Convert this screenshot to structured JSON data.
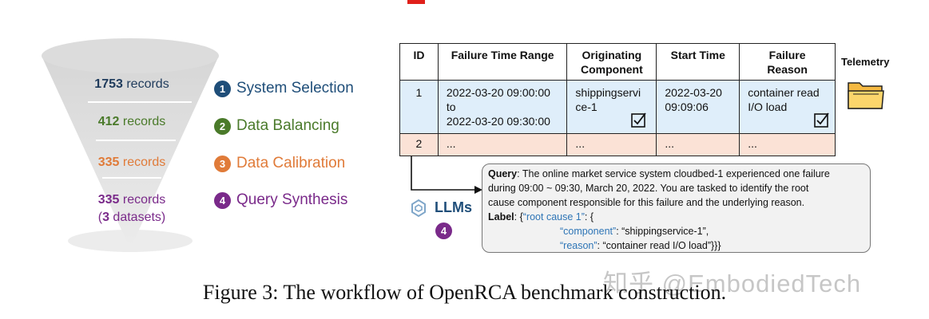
{
  "funnel": {
    "records": [
      {
        "count": "1753",
        "unit": " records",
        "color": "#1f3b5c"
      },
      {
        "count": "412",
        "unit": " records",
        "color": "#4a7a2a"
      },
      {
        "count": "335",
        "unit": " records",
        "color": "#e07b39"
      },
      {
        "count": "335",
        "unit": " records",
        "color": "#7a2a8a",
        "extra_open": "(",
        "extra_count": "3",
        "extra_unit": " datasets)"
      }
    ]
  },
  "steps": [
    {
      "num": "1",
      "label": "System Selection",
      "color": "#1f4e79"
    },
    {
      "num": "2",
      "label": "Data Balancing",
      "color": "#4a7a2a"
    },
    {
      "num": "3",
      "label": "Data Calibration",
      "color": "#e07b39"
    },
    {
      "num": "4",
      "label": "Query Synthesis",
      "color": "#7a2a8a"
    }
  ],
  "table": {
    "headers": [
      "ID",
      "Failure Time Range",
      "Originating Component",
      "Start Time",
      "Failure Reason"
    ],
    "header_lines": {
      "originating": [
        "Originating",
        "Component"
      ],
      "reason": [
        "Failure",
        "Reason"
      ]
    },
    "row1": {
      "id": "1",
      "range": [
        "2022-03-20 09:00:00",
        "to",
        "2022-03-20 09:30:00"
      ],
      "component": [
        "shippingservi",
        "ce-1"
      ],
      "start": [
        "2022-03-20",
        "09:09:06"
      ],
      "reason": [
        "container read",
        "I/O load"
      ]
    },
    "row2": {
      "id": "2",
      "cells": [
        "...",
        "...",
        "...",
        "..."
      ]
    }
  },
  "telemetry": {
    "label": "Telemetry"
  },
  "llms": {
    "label": "LLMs",
    "step_num": "4"
  },
  "query": {
    "query_label": "Query",
    "query_lines": [
      ": The online market service system cloudbed-1 experienced one failure",
      "during 09:00 ~ 09:30, March 20, 2022. You are tasked to identify the root",
      "cause component responsible for this failure and the underlying reason."
    ],
    "label_label": "Label",
    "label_line": ": {",
    "root_key": "“root cause 1”",
    "root_rest": ": {",
    "component_key": "“component”",
    "component_val": ": “shippingservice-1”,",
    "reason_key": "“reason”",
    "reason_val": ": “container read I/O load”}}}"
  },
  "caption": "Figure 3: The workflow of OpenRCA benchmark construction.",
  "watermark": "知乎 @EmbodiedTech",
  "colors": {
    "highlight_row": "#dfeefa",
    "second_row": "#fbe2d6",
    "funnel_gray": "#d0d0d0"
  }
}
